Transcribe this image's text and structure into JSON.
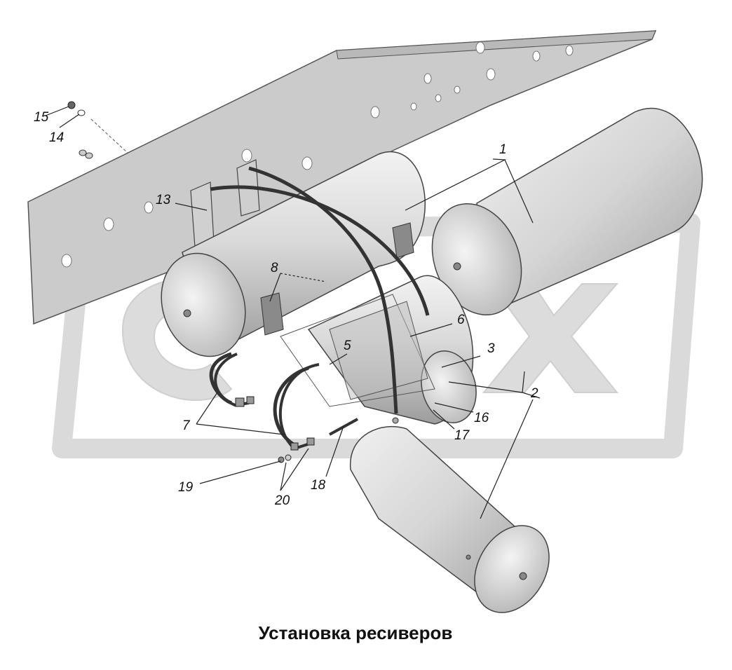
{
  "caption": "Установка ресиверов",
  "callouts": [
    "1",
    "2",
    "3",
    "5",
    "6",
    "7",
    "8",
    "13",
    "14",
    "15",
    "16",
    "17",
    "18",
    "19",
    "20"
  ],
  "colors": {
    "frame": "#c9c9c9",
    "frame_edge": "#555555",
    "tank_light": "#e6e6e6",
    "tank_dark": "#9a9a9a",
    "watermark": "#d7d7d7",
    "line": "#222222"
  }
}
